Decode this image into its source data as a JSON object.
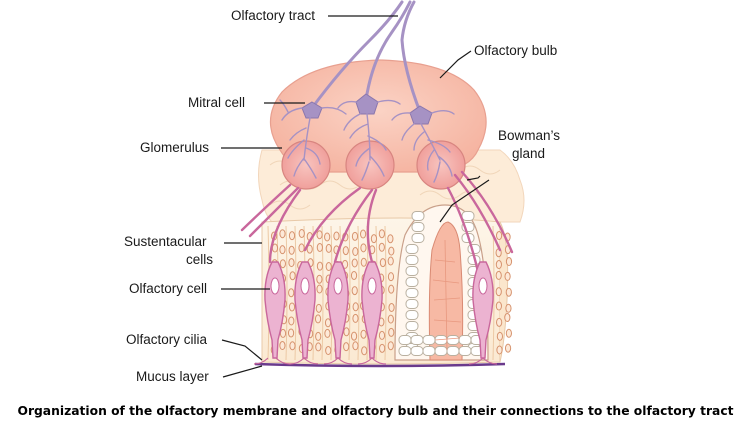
{
  "labels": {
    "olfactory_tract": "Olfactory tract",
    "olfactory_bulb": "Olfactory bulb",
    "mitral_cell": "Mitral cell",
    "glomerulus": "Glomerulus",
    "bowmans_gland_line1": "Bowman’s",
    "bowmans_gland_line2": "gland",
    "sustentacular_line1": "Sustentacular",
    "sustentacular_line2": "cells",
    "olfactory_cell": "Olfactory cell",
    "olfactory_cilia": "Olfactory cilia",
    "mucus_layer": "Mucus layer"
  },
  "caption": "Organization of the olfactory membrane and olfactory bulb and their connections to the olfactory tract",
  "colors": {
    "bulb_fill": "#f9c4b4",
    "neuron": "#a692c4",
    "glomerulus_fill": "#f4a9a7",
    "receptor_fill": "#ecb3d1",
    "receptor_stroke": "#c9679c",
    "tissue_fill": "#fdf2e0",
    "gland_fill": "#f7b9a4",
    "mucus": "#6a3a8c"
  }
}
